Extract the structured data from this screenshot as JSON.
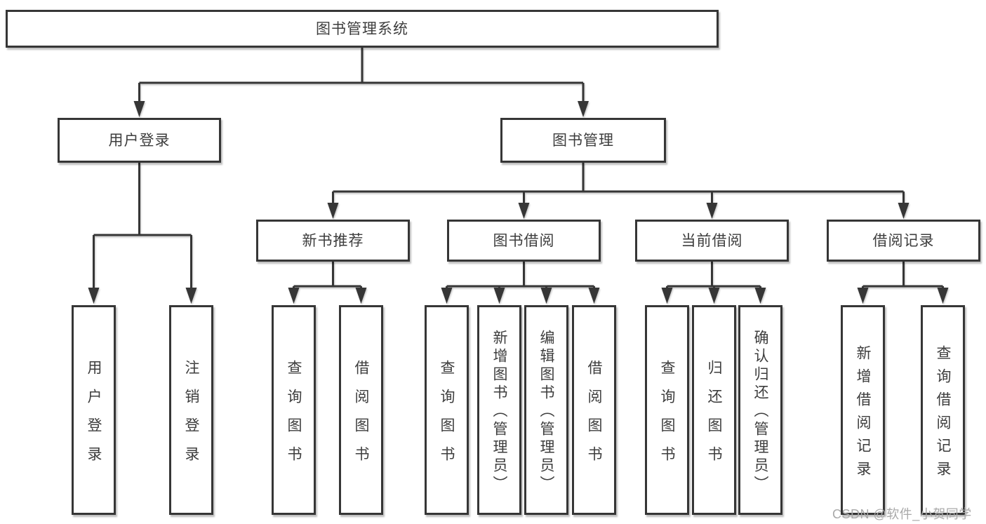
{
  "colors": {
    "line": "#363636",
    "box_border": "#363636",
    "box_fill": "#ffffff",
    "text": "#3d3d3d",
    "watermark": "#a9a9a9"
  },
  "watermark": {
    "text": "CSDN @软件_小贺同学"
  },
  "tree": {
    "label": "图书管理系统",
    "children": [
      {
        "label": "用户登录",
        "children": [
          {
            "label": "用户登录"
          },
          {
            "label": "注销登录"
          }
        ]
      },
      {
        "label": "图书管理",
        "children": [
          {
            "label": "新书推荐",
            "children": [
              {
                "label": "查询图书"
              },
              {
                "label": "借阅图书"
              }
            ]
          },
          {
            "label": "图书借阅",
            "children": [
              {
                "label": "查询图书"
              },
              {
                "label": "新增图书（管理员）"
              },
              {
                "label": "编辑图书（管理员）"
              },
              {
                "label": "借阅图书"
              }
            ]
          },
          {
            "label": "当前借阅",
            "children": [
              {
                "label": "查询图书"
              },
              {
                "label": "归还图书"
              },
              {
                "label": "确认归还（管理员）"
              }
            ]
          },
          {
            "label": "借阅记录",
            "children": [
              {
                "label": "新增借阅记录"
              },
              {
                "label": "查询借阅记录"
              }
            ]
          }
        ]
      }
    ]
  }
}
